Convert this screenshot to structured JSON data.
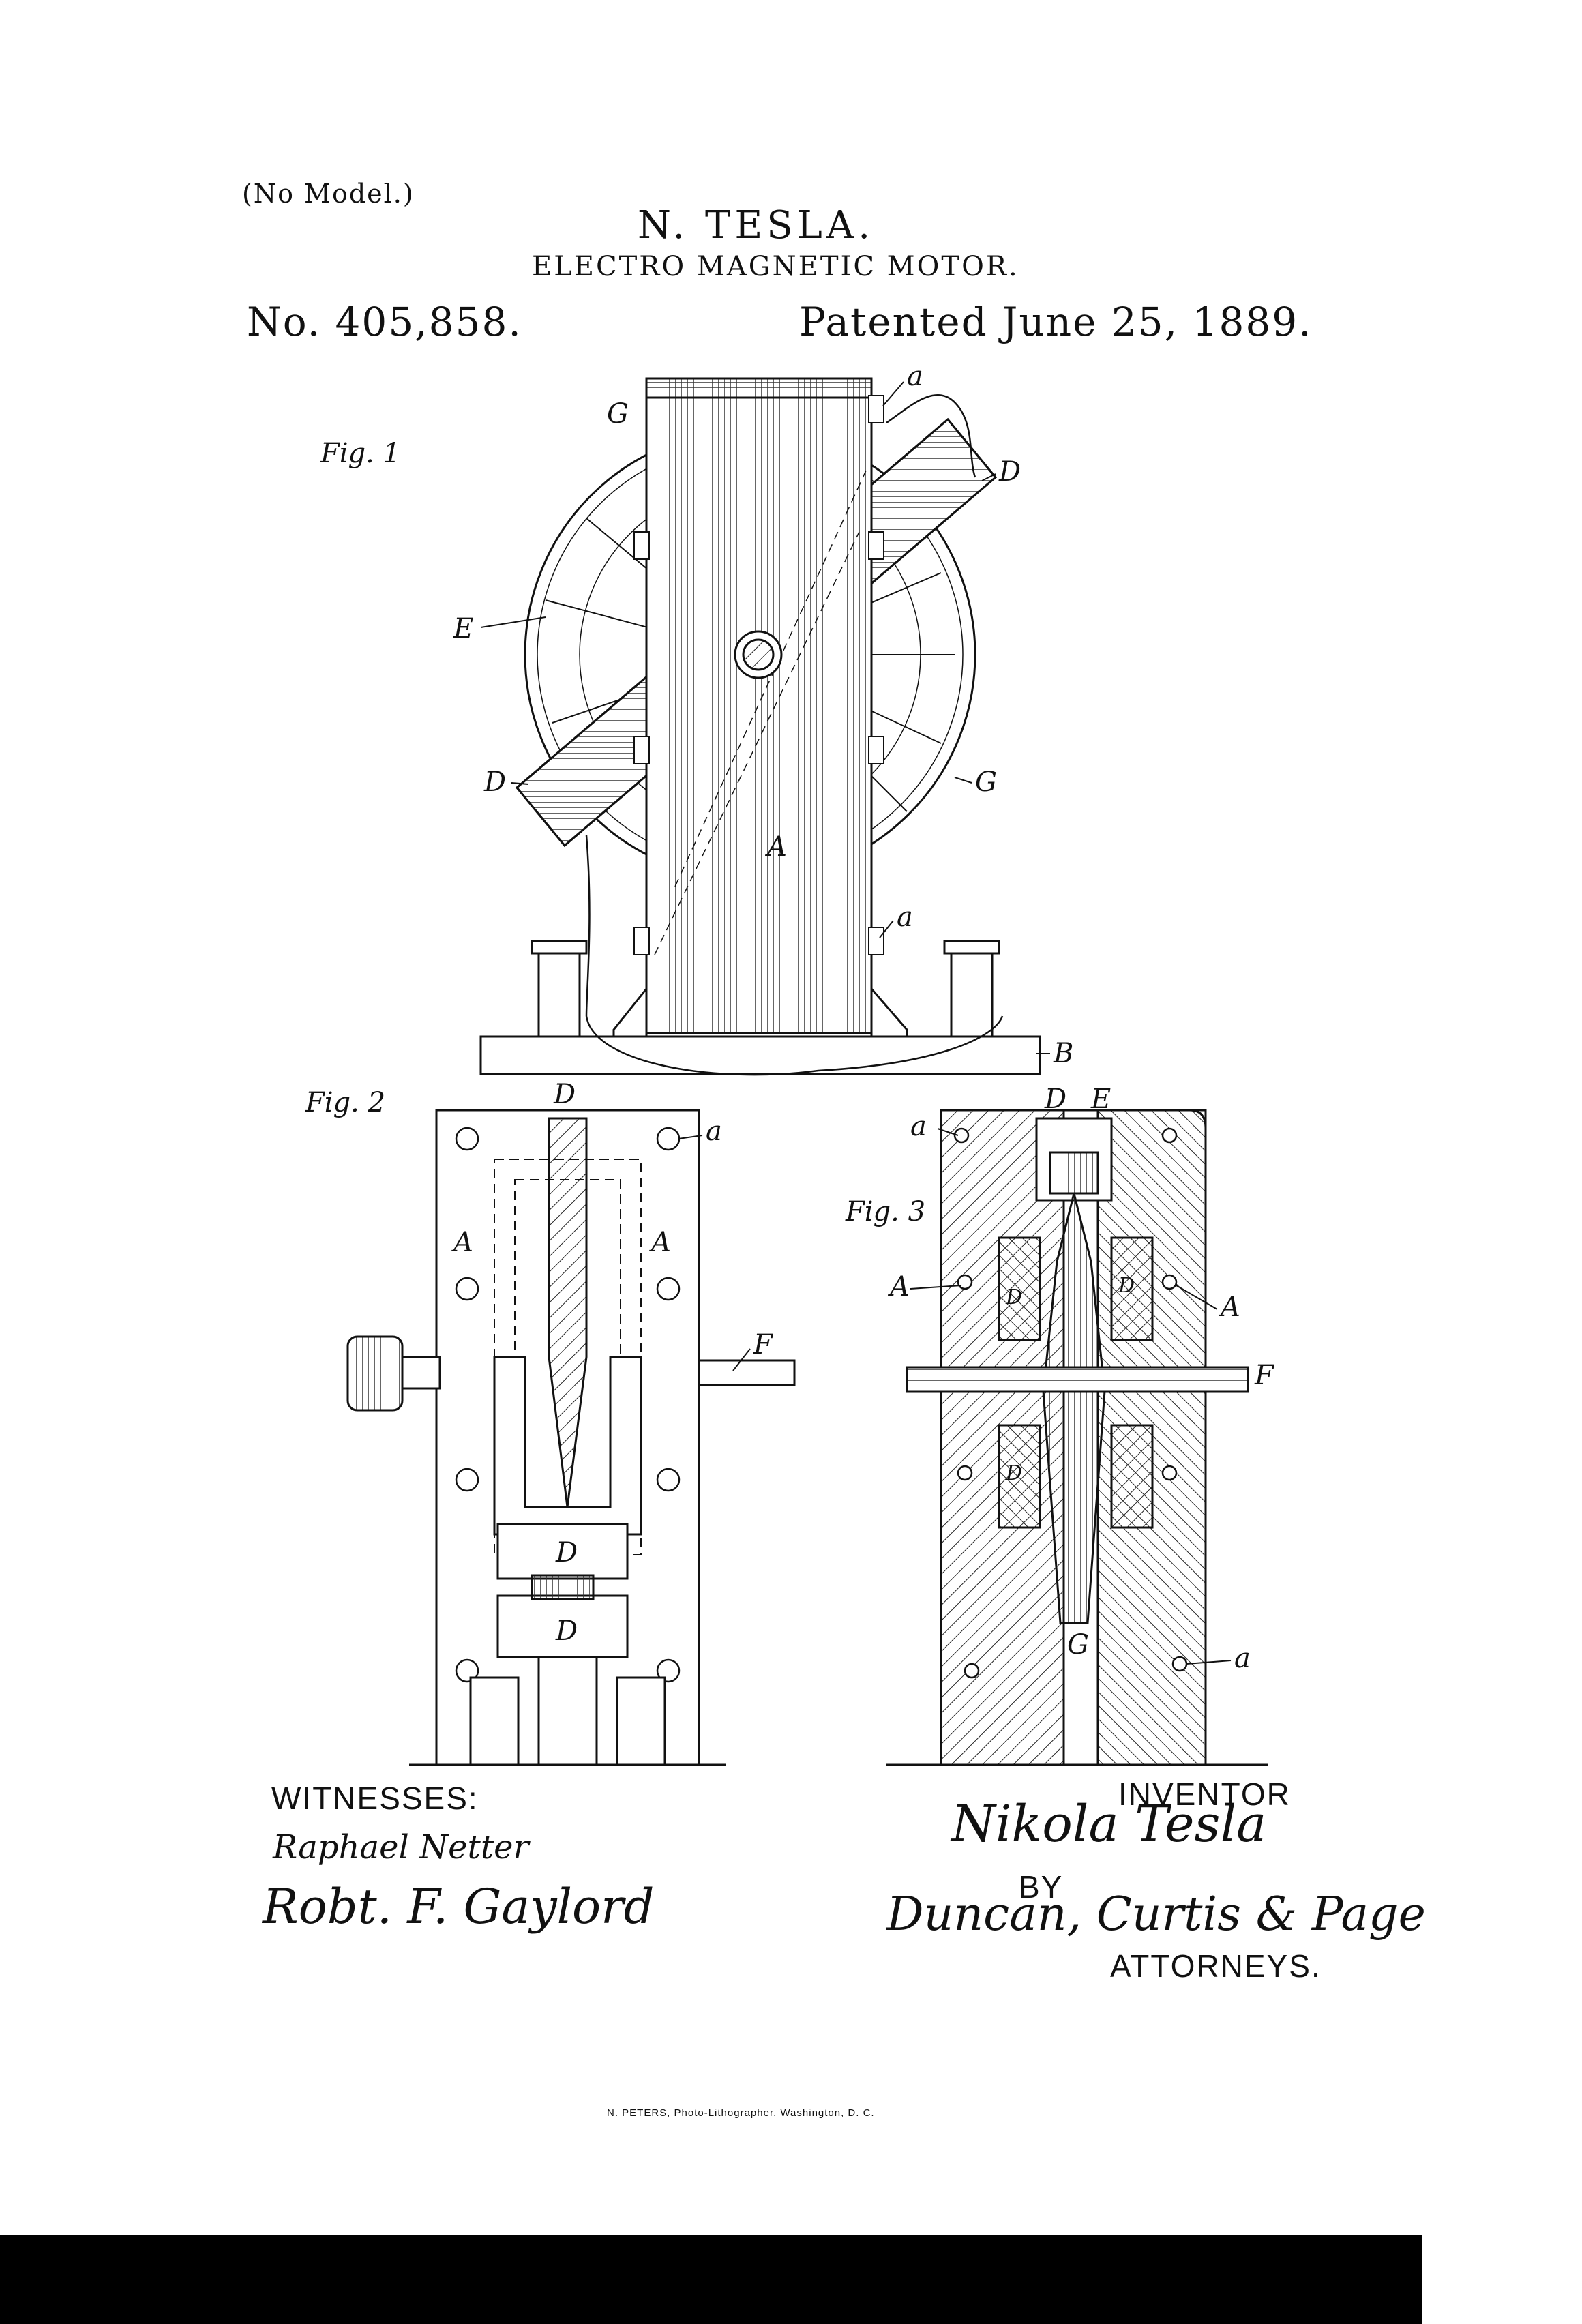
{
  "header": {
    "no_model": "(No Model.)",
    "inventor": "N. TESLA.",
    "title": "ELECTRO MAGNETIC MOTOR.",
    "patent_number": "No. 405,858.",
    "patent_date": "Patented June 25, 1889."
  },
  "figures": {
    "fig1": {
      "label": "Fig. 1",
      "refs": {
        "a_top": "a",
        "G_top": "G",
        "D_top": "D",
        "E": "E",
        "D_left": "D",
        "G_right": "G",
        "A": "A",
        "a_bottom": "a",
        "B": "B"
      }
    },
    "fig2": {
      "label": "Fig. 2",
      "refs": {
        "D_top": "D",
        "a": "a",
        "A_left": "A",
        "A_right": "A",
        "F": "F",
        "D_mid": "D",
        "D_low": "D"
      }
    },
    "fig3": {
      "label": "Fig. 3",
      "refs": {
        "D_top": "D",
        "E_top": "E",
        "a_top": "a",
        "A_left": "A",
        "A_right": "A",
        "F": "F",
        "D_inner_1": "D",
        "D_inner_2": "D",
        "D_inner_3": "D",
        "G": "G",
        "a_bottom": "a"
      }
    }
  },
  "signatures": {
    "witnesses_label": "WITNESSES:",
    "witness_1": "Raphael Netter",
    "witness_2": "Robt. F. Gaylord",
    "inventor_label": "INVENTOR",
    "inventor_signature": "Nikola Tesla",
    "by_label": "BY",
    "attorneys_signature": "Duncan, Curtis & Page",
    "attorneys_label": "ATTORNEYS."
  },
  "footer": {
    "lithographer": "N. PETERS, Photo-Lithographer, Washington, D. C."
  },
  "colors": {
    "ink": "#111111",
    "paper": "#ffffff",
    "bar": "#000000"
  }
}
